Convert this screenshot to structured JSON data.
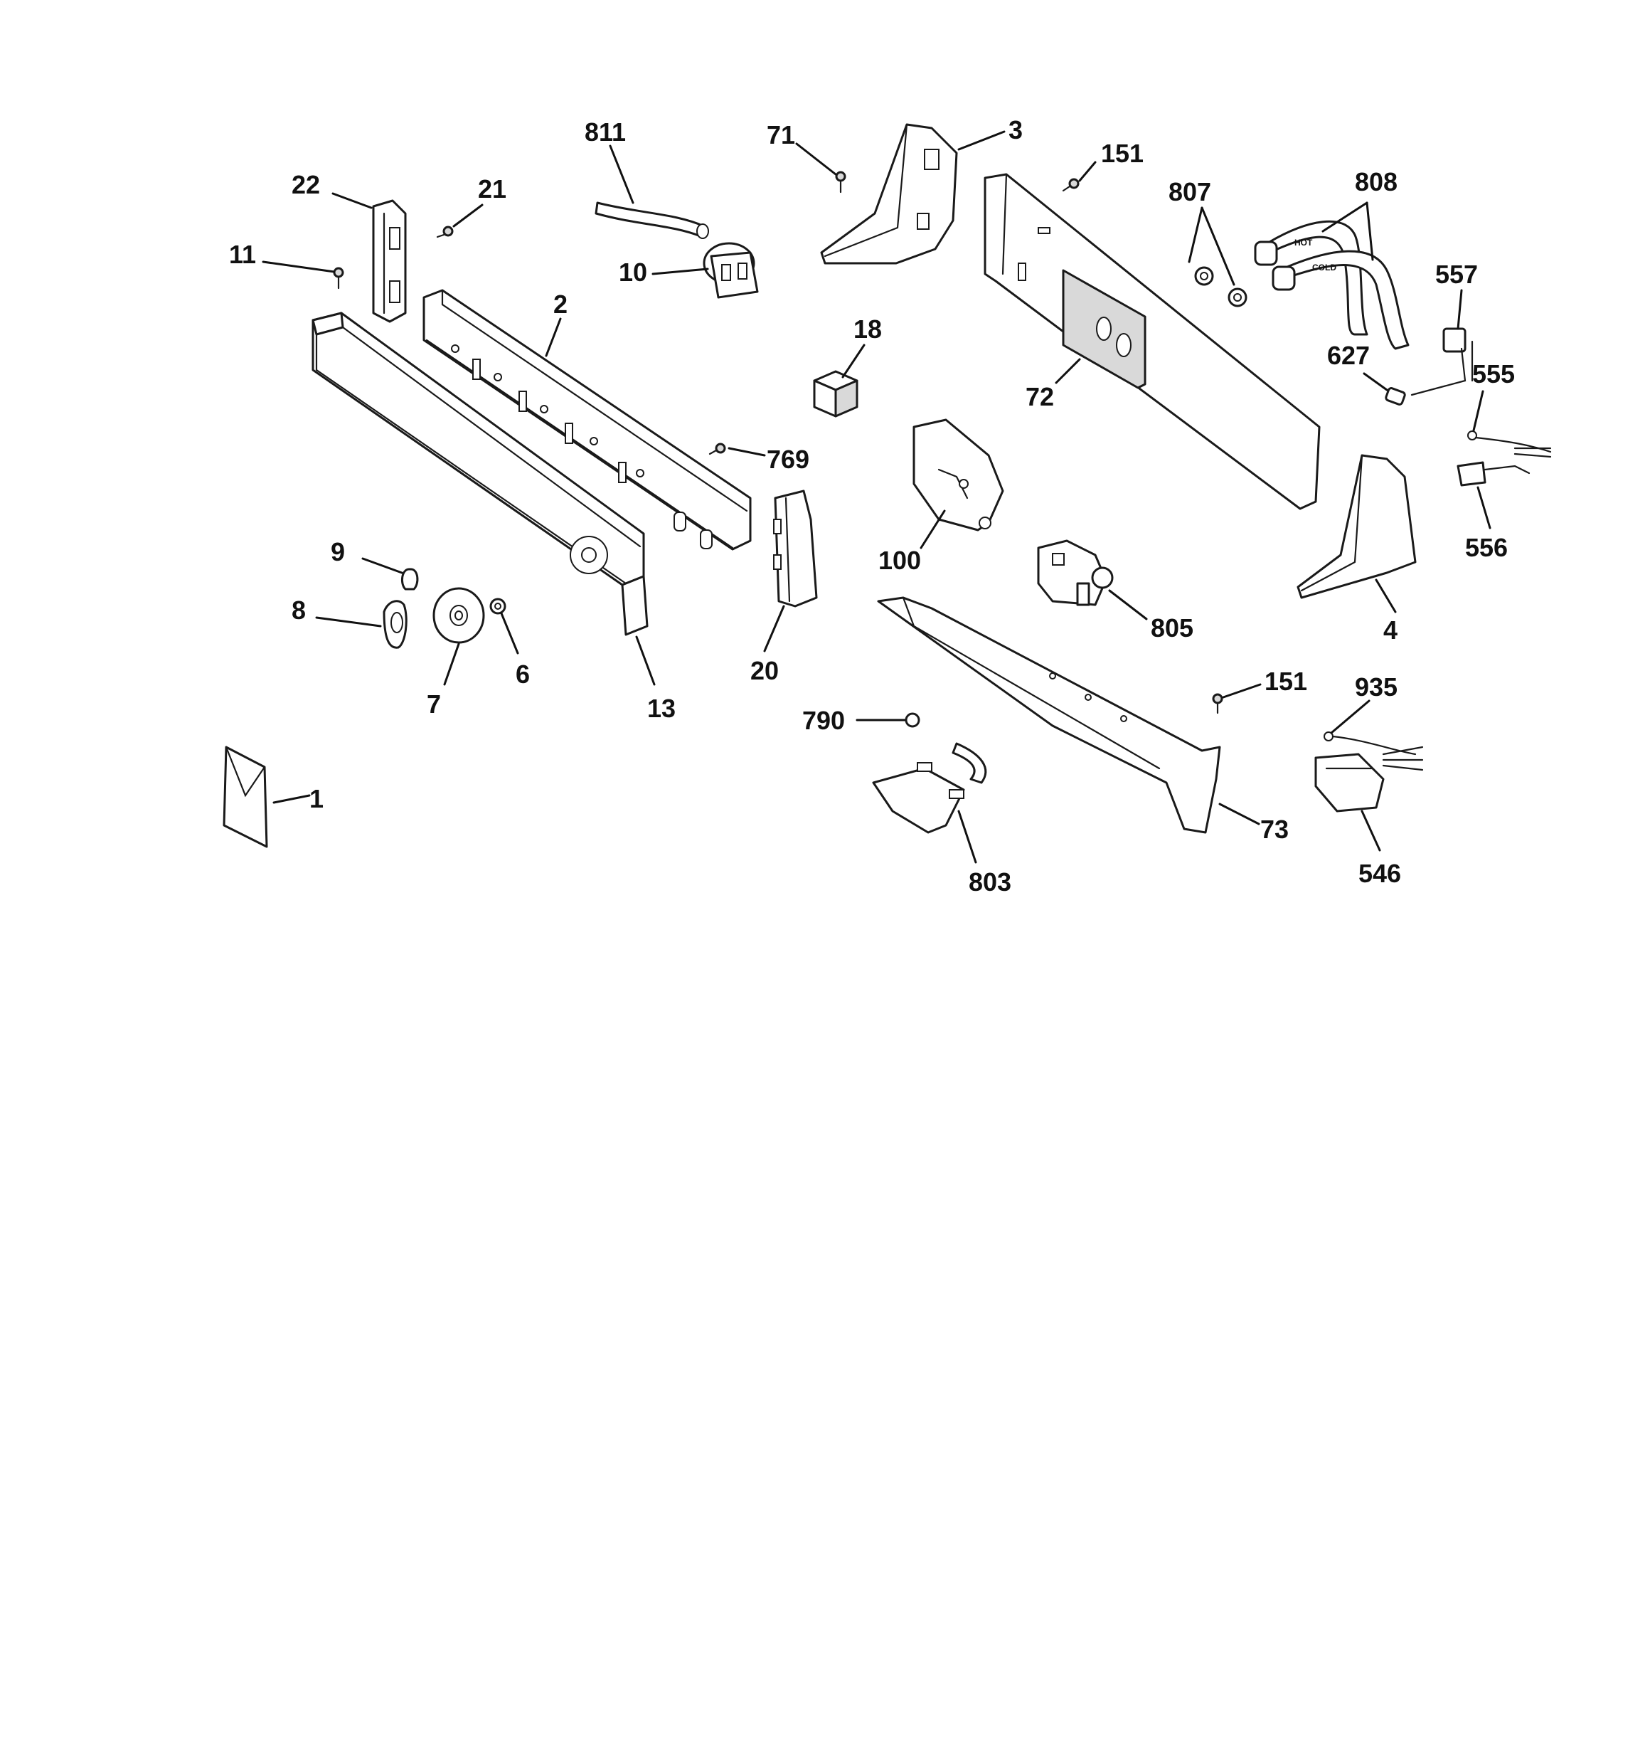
{
  "diagram": {
    "callouts": {
      "c811": "811",
      "c71": "71",
      "c3": "3",
      "c151a": "151",
      "c807": "807",
      "c808": "808",
      "c22": "22",
      "c21": "21",
      "c11": "11",
      "c10": "10",
      "c2": "2",
      "c18": "18",
      "c557": "557",
      "c627": "627",
      "c555": "555",
      "c72": "72",
      "c769": "769",
      "c100": "100",
      "c556": "556",
      "c9": "9",
      "c8": "8",
      "c6": "6",
      "c7": "7",
      "c13": "13",
      "c20": "20",
      "c805": "805",
      "c4": "4",
      "c151b": "151",
      "c935": "935",
      "c790": "790",
      "c1": "1",
      "c73": "73",
      "c546": "546",
      "c803": "803"
    },
    "hose_labels": {
      "hot": "HOT",
      "cold": "COLD"
    }
  }
}
